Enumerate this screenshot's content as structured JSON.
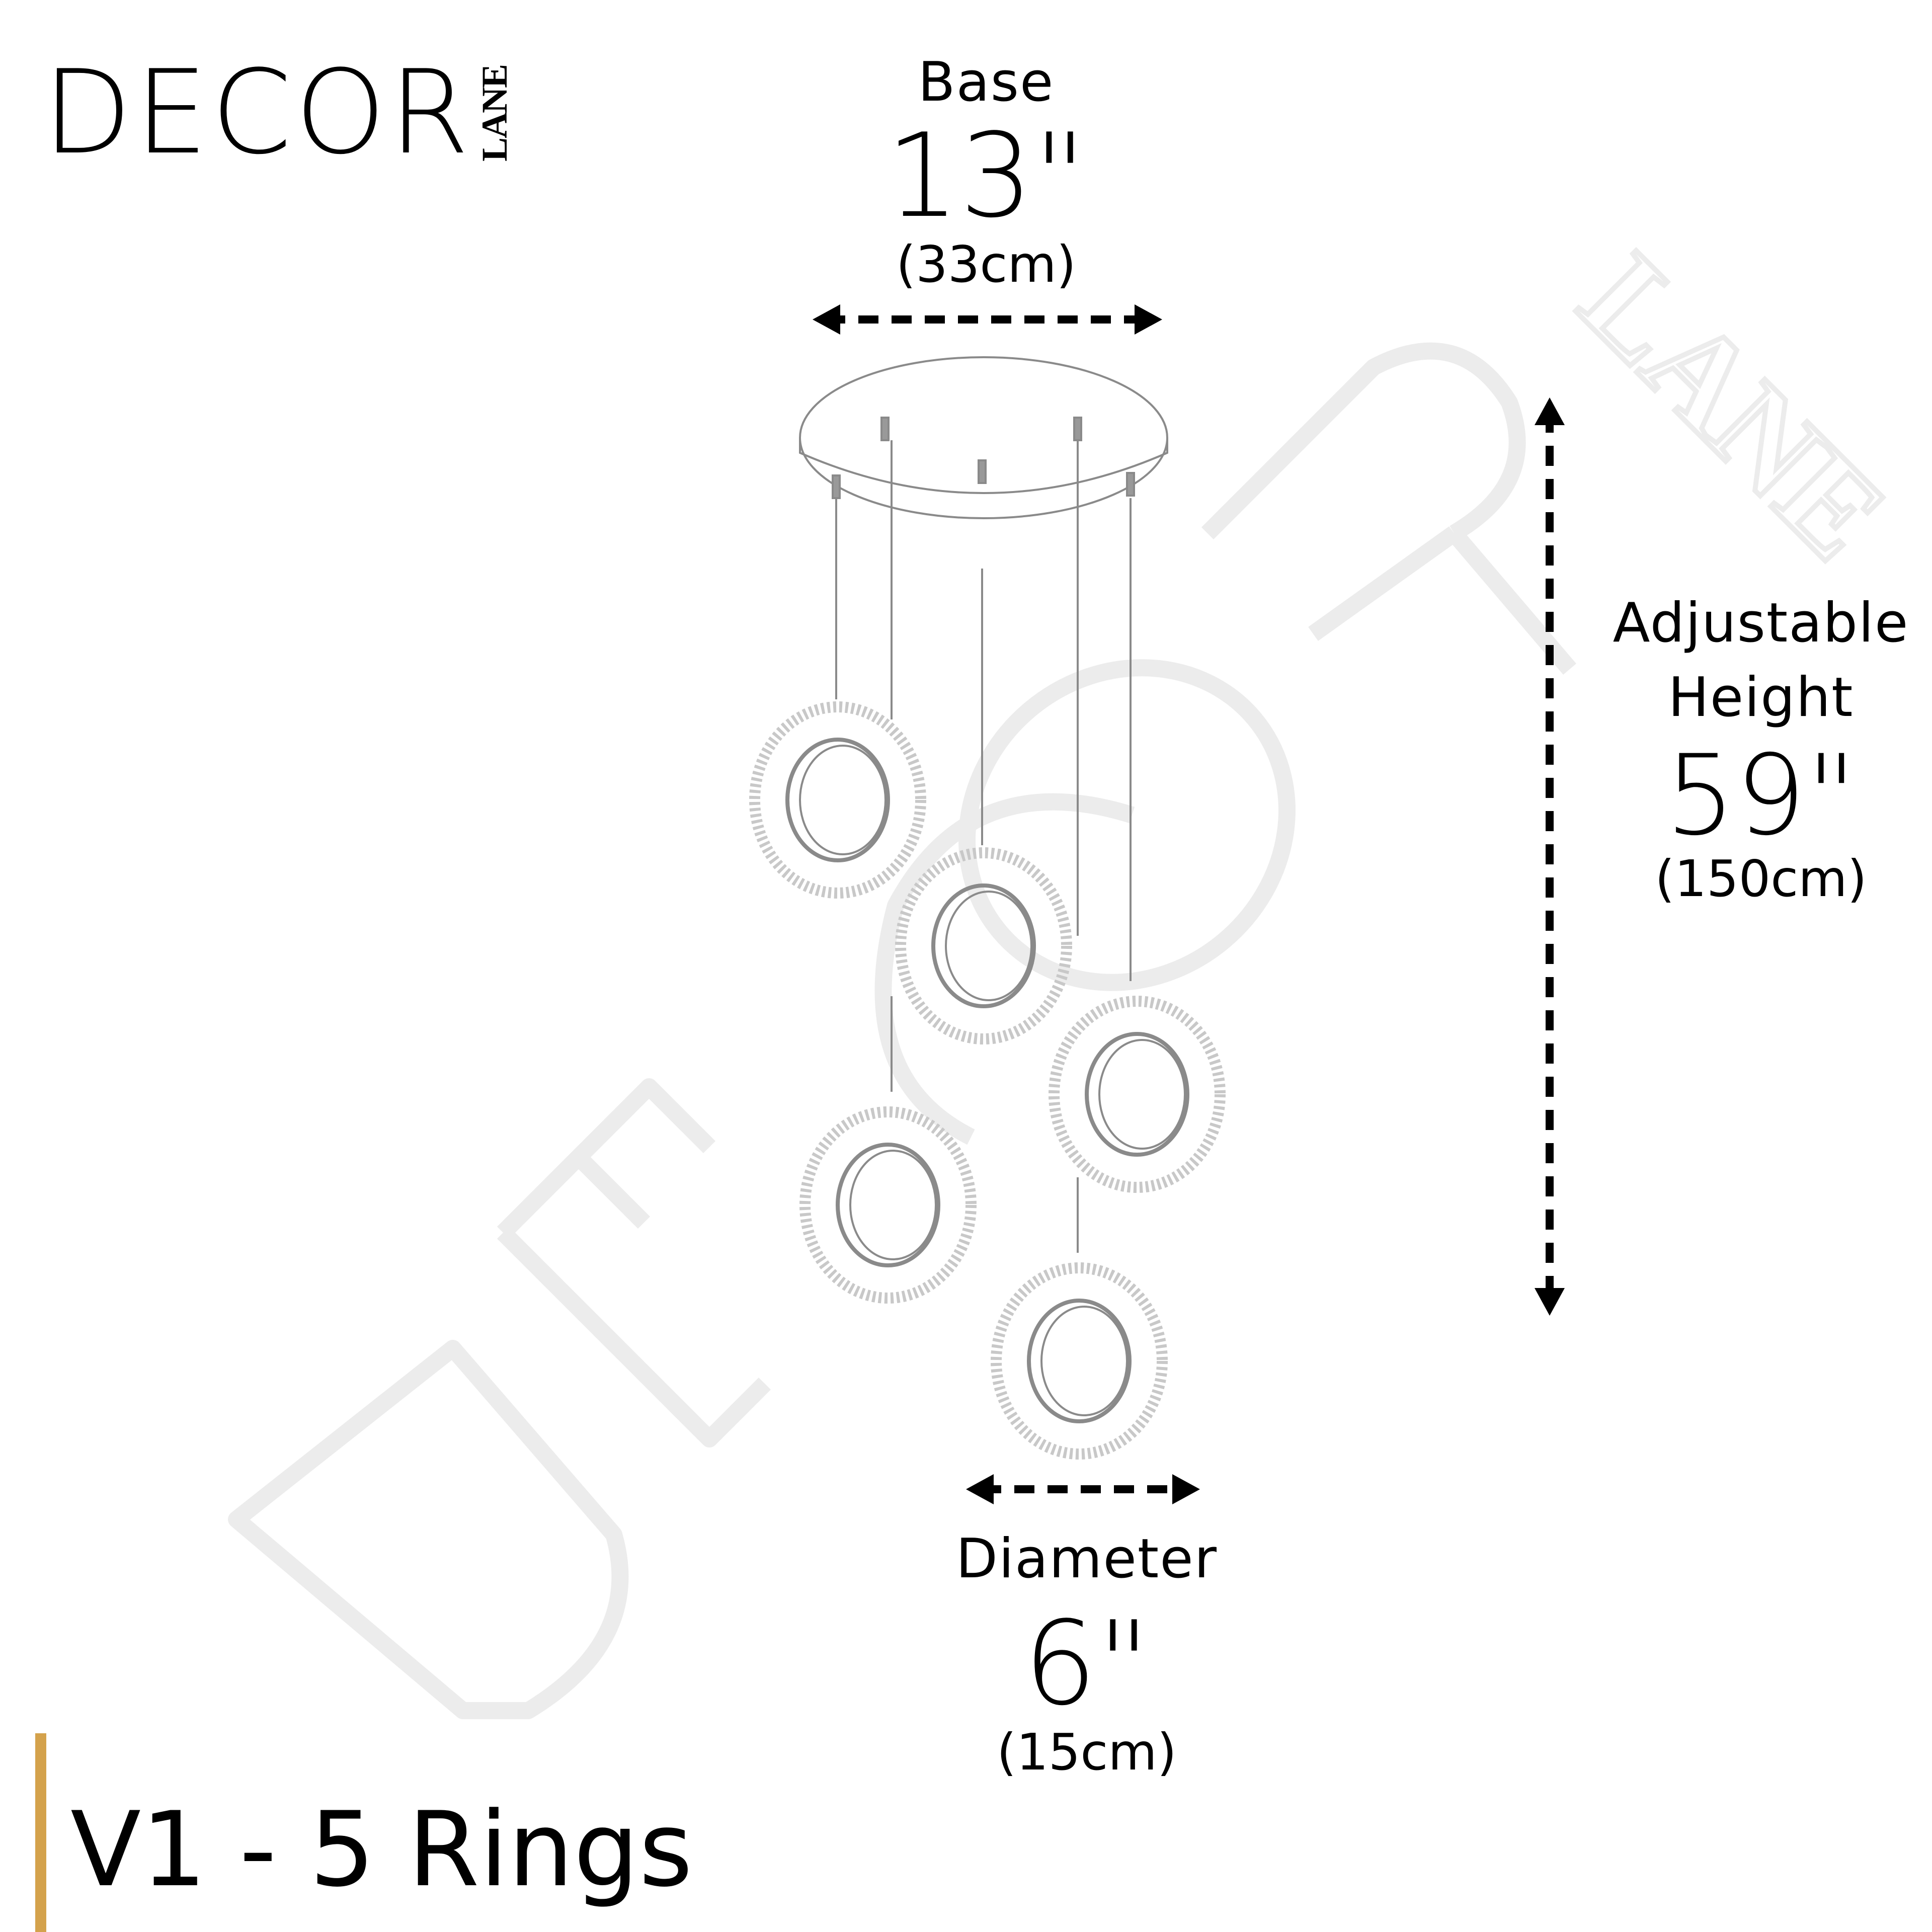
{
  "brand": {
    "name": "DECOR",
    "sub": "LANE"
  },
  "watermark": {
    "main": "DECOR",
    "sub": "LANE"
  },
  "base": {
    "label": "Base",
    "value": "13\"",
    "metric": "(33cm)"
  },
  "height": {
    "label_line1": "Adjustable",
    "label_line2": "Height",
    "value": "59\"",
    "metric": "(150cm)"
  },
  "diameter": {
    "label": "Diameter",
    "value": "6\"",
    "metric": "(15cm)"
  },
  "variant": {
    "text": "V1 - 5 Rings"
  },
  "colors": {
    "accent_bar": "#d4a24c",
    "text": "#000000",
    "sketch": "#8a8a8a",
    "watermark": "#ececec"
  },
  "icons": {
    "dimension_arrow": "dashed-double-arrow-icon",
    "product": "pendant-rings-chandelier-icon"
  }
}
